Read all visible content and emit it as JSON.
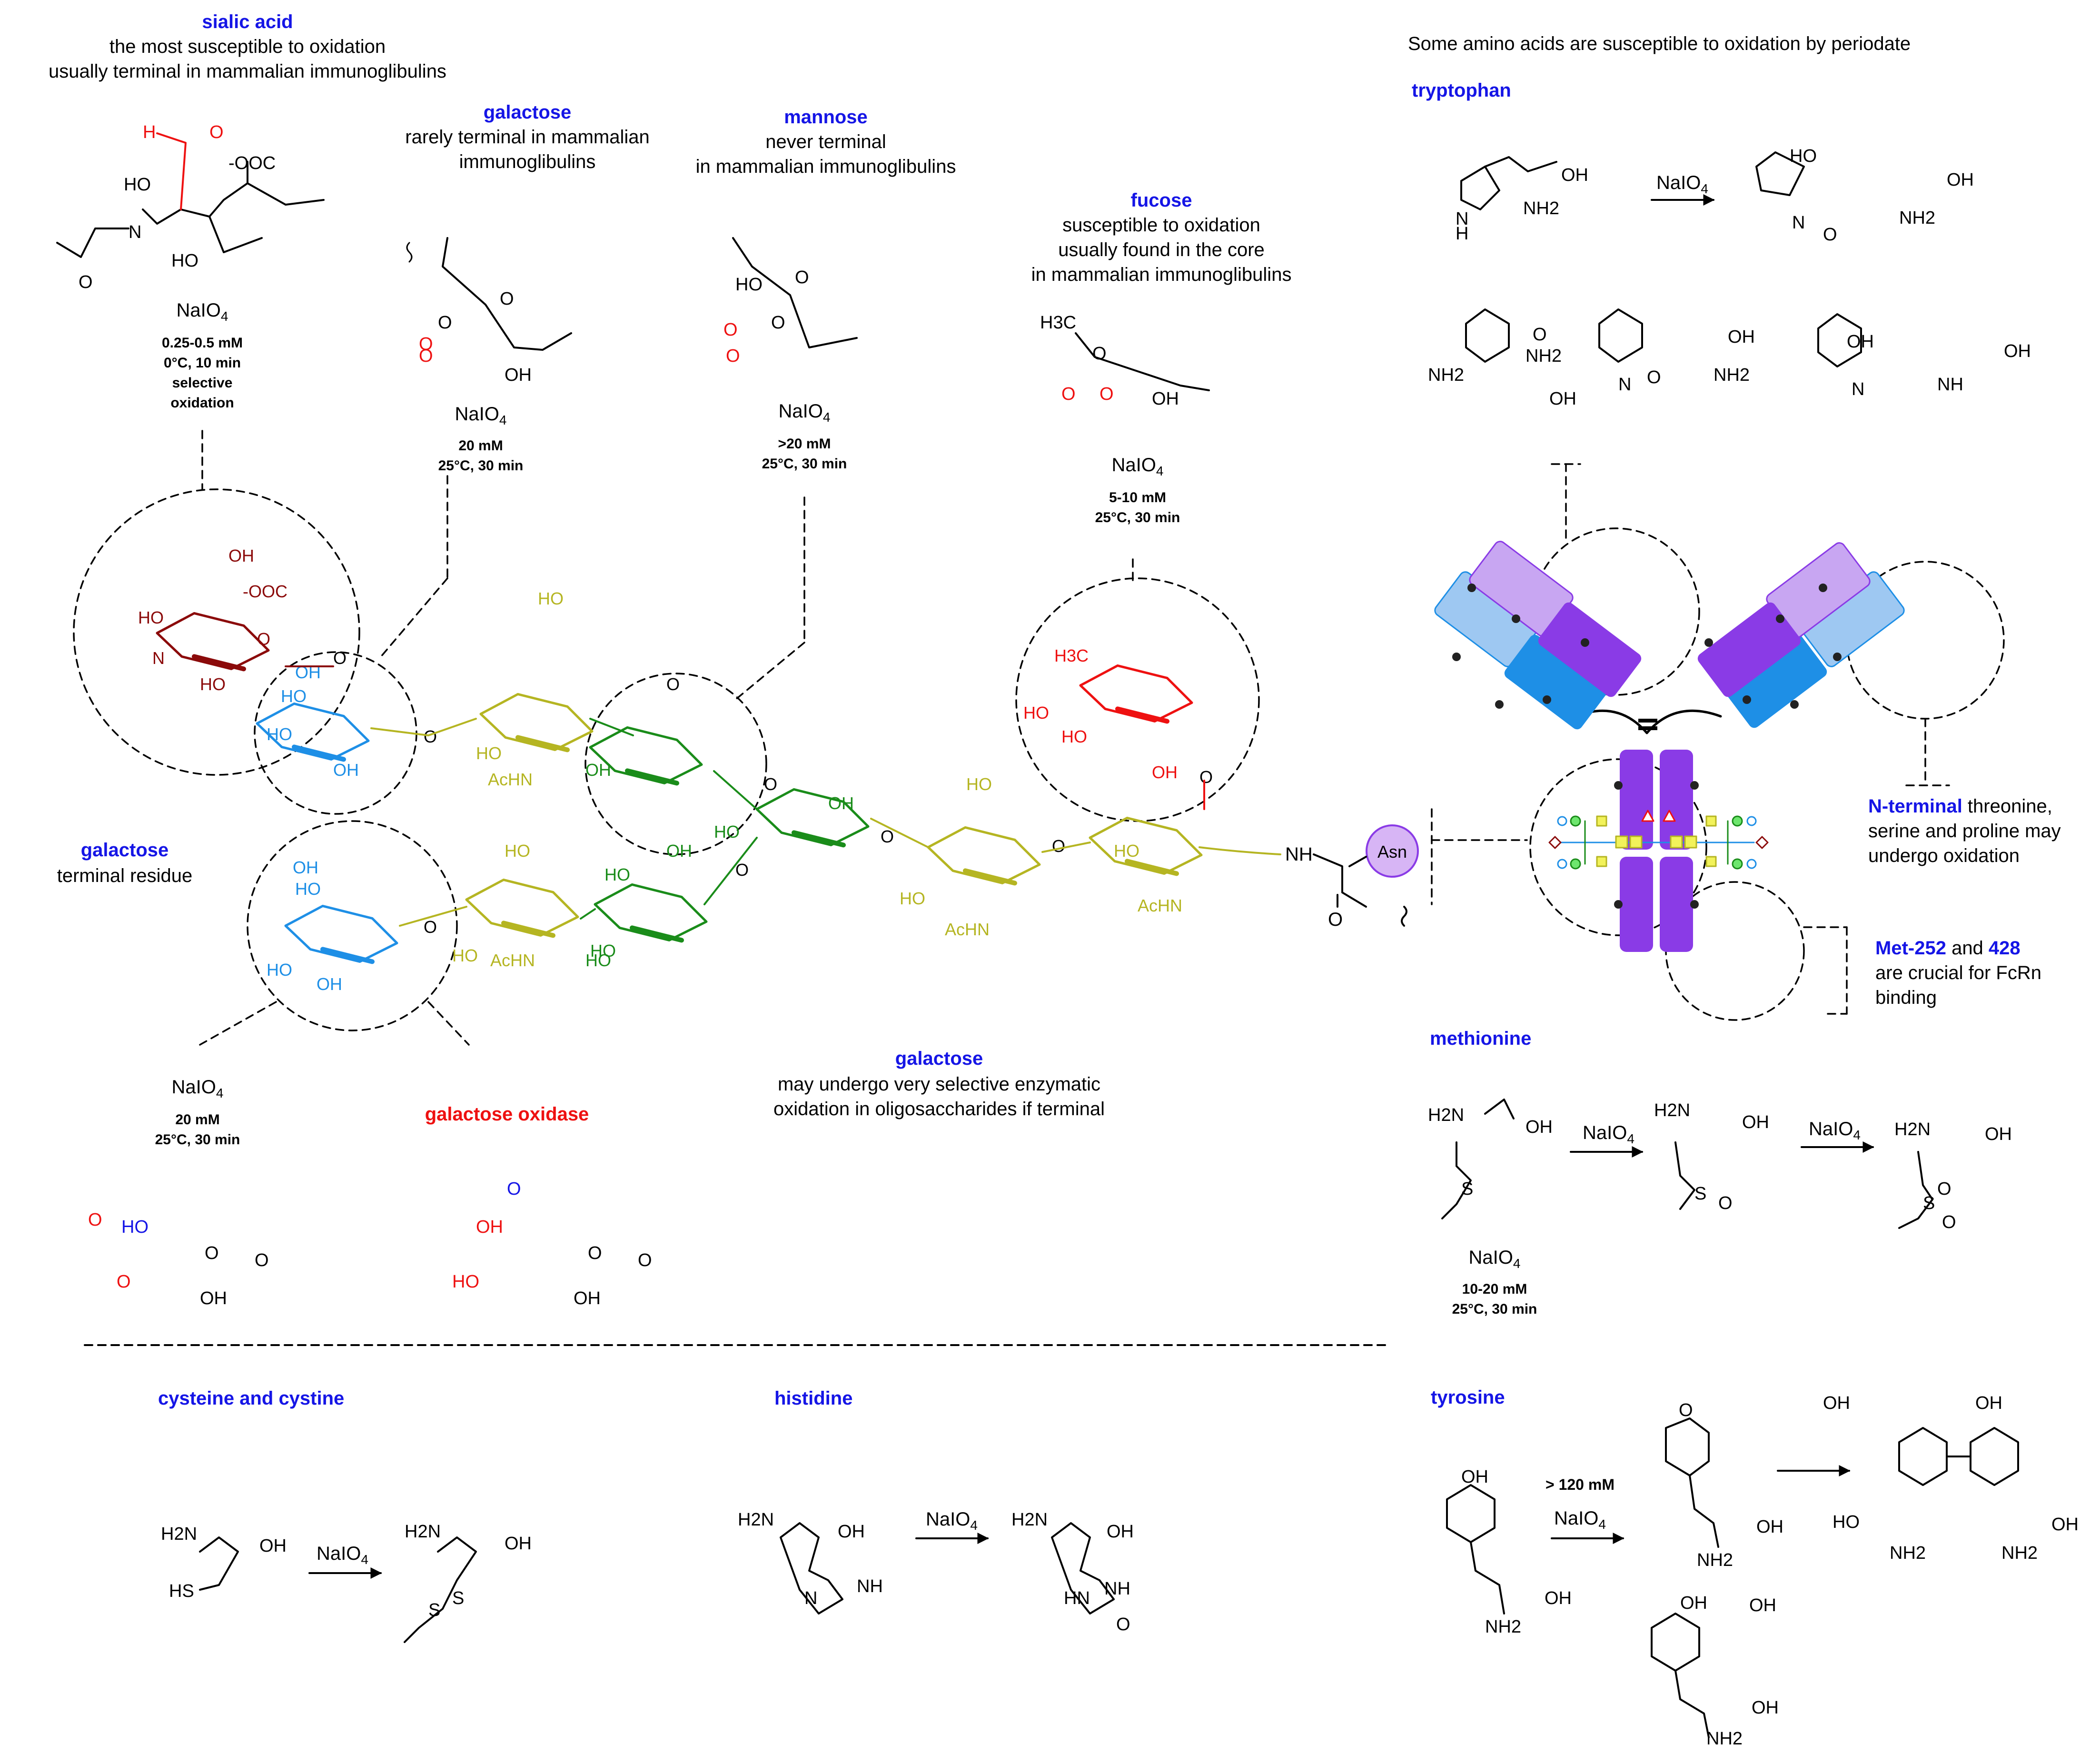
{
  "colors": {
    "label_blue": "#1515e6",
    "label_red": "#ee1111",
    "sialic": "#8b0a0a",
    "galactose_blue": "#1e8fe6",
    "glcnac_olive": "#b5b522",
    "mannose_green": "#1a8c1a",
    "fucose_red": "#ee1111",
    "asn_purple": "#b06de6",
    "antibody_dark_purple": "#8a3be6",
    "antibody_light_purple": "#c8a6f2",
    "antibody_blue": "#1e8fe6",
    "antibody_light_blue": "#9ec8f2"
  },
  "sugars": {
    "sialic": {
      "title": "sialic acid",
      "desc1": "the most susceptible to oxidation",
      "desc2": "usually terminal in mammalian immunoglibulins",
      "reagent": "NaIO4",
      "cond1": "0.25-0.5 mM",
      "cond2": "0°C, 10 min",
      "cond3": "selective",
      "cond4": "oxidation"
    },
    "galactose_top": {
      "title": "galactose",
      "desc1": "rarely terminal in mammalian",
      "desc2": "immunoglibulins",
      "reagent": "NaIO4",
      "cond1": "20 mM",
      "cond2": "25°C, 30 min"
    },
    "mannose": {
      "title": "mannose",
      "desc1": "never terminal",
      "desc2": "in mammalian immunoglibulins",
      "reagent": "NaIO4",
      "cond1": ">20 mM",
      "cond2": "25°C, 30 min"
    },
    "fucose": {
      "title": "fucose",
      "desc1": "susceptible to oxidation",
      "desc2": "usually found in the core",
      "desc3": "in mammalian immunoglibulins",
      "reagent": "NaIO4",
      "cond1": "5-10 mM",
      "cond2": "25°C, 30 min"
    },
    "galactose_terminal": {
      "title": "galactose",
      "desc1": "terminal residue",
      "reagent": "NaIO4",
      "cond1": "20 mM",
      "cond2": "25°C, 30 min"
    },
    "galactose_oxidase": {
      "title": "galactose oxidase"
    },
    "galactose_enzymatic": {
      "title": "galactose",
      "desc1": "may undergo very selective enzymatic",
      "desc2": "oxidation in oligosaccharides if terminal"
    }
  },
  "amino_acids": {
    "header": "Some amino acids are susceptible to oxidation by periodate",
    "tryptophan": {
      "title": "tryptophan",
      "reagent": "NaIO4"
    },
    "n_terminal": {
      "bold": "N-terminal",
      "rest1": " threonine,",
      "line2": "serine and proline may",
      "line3": "undergo oxidation"
    },
    "met": {
      "bold1": "Met-252",
      "mid": " and ",
      "bold2": "428",
      "line2": "are crucial for FcRn",
      "line3": "binding"
    },
    "methionine": {
      "title": "methionine",
      "reagent": "NaIO4",
      "cond_reagent": "NaIO4",
      "cond1": "10-20 mM",
      "cond2": "25°C, 30 min"
    },
    "cysteine": {
      "title": "cysteine and cystine",
      "reagent": "NaIO4"
    },
    "histidine": {
      "title": "histidine",
      "reagent": "NaIO4"
    },
    "tyrosine": {
      "title": "tyrosine",
      "cond1": "> 120 mM",
      "reagent": "NaIO4"
    }
  },
  "glycan": {
    "asn": "Asn",
    "acetyl": "AcHN"
  }
}
